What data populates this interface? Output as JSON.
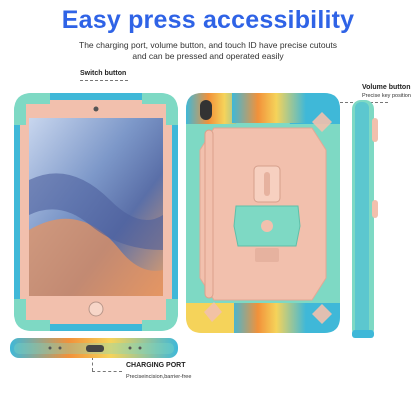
{
  "header": {
    "title": "Easy press accessibility",
    "subtitle_line1": "The charging port, volume button, and touch ID have precise cutouts",
    "subtitle_line2": "and can be pressed and operated easily"
  },
  "callouts": {
    "switch": {
      "title": "Switch button"
    },
    "volume": {
      "title": "Volume button",
      "desc": "Precise key position"
    },
    "charging": {
      "title": "CHARGING PORT",
      "desc": "Preciseincision,barrier-free"
    }
  },
  "colors": {
    "title_blue": "#2f63e6",
    "case_pink": "#f2c0ad",
    "case_blue": "#3fb8d8",
    "case_mint": "#7ed9c4",
    "case_orange": "#f2913a",
    "case_yellow": "#f5d35a"
  }
}
